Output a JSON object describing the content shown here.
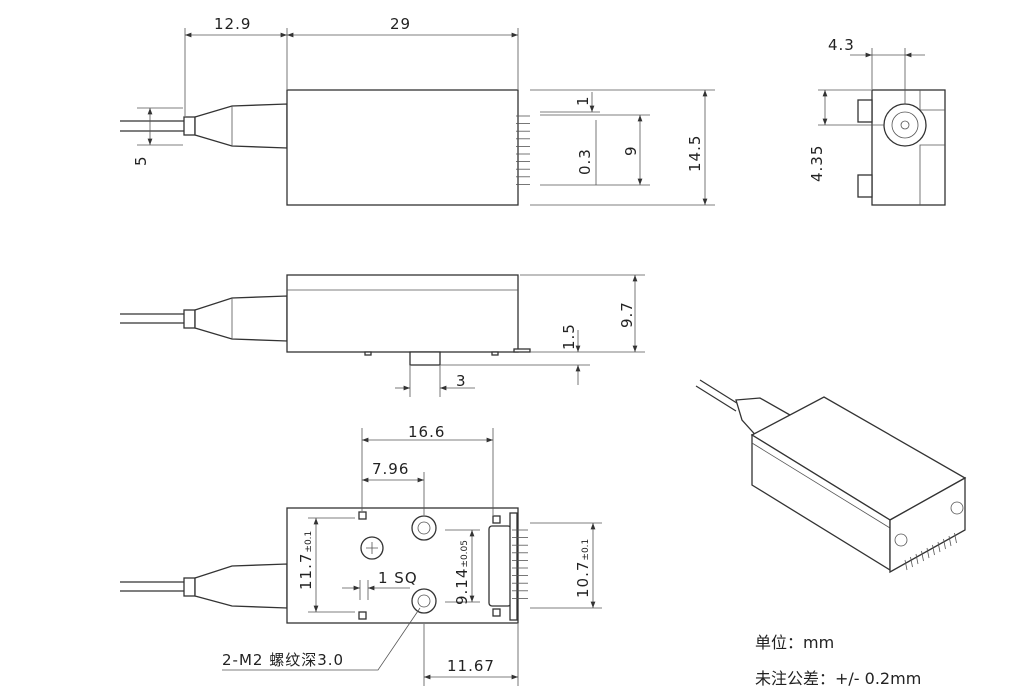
{
  "title": "Optical module outline drawing",
  "top_view": {
    "dims": {
      "fiber_len": "12.9",
      "body_len": "29",
      "fiber_dia": "5",
      "pin_w": "1",
      "pin_pitch": "0.3",
      "pin_span": "9",
      "body_w": "14.5"
    }
  },
  "end_view": {
    "dims": {
      "offset_x": "4.3",
      "offset_y": "4.35"
    }
  },
  "side_view": {
    "dims": {
      "height": "9.7",
      "pin_h": "1.5",
      "nub_w": "3"
    }
  },
  "bottom_view": {
    "dims": {
      "hole_span": "16.6",
      "hole_x": "7.96",
      "height_a": "11.7",
      "tol_a": "±0.1",
      "hole_pitch": "9.14",
      "tol_b": "±0.05",
      "conn_h": "10.7",
      "tol_c": "±0.1",
      "square": "1 SQ",
      "end_dist": "11.67"
    },
    "callout": "2-M2 螺纹深3.0"
  },
  "notes": {
    "unit": "单位：mm",
    "tolerance": "未注公差：+/- 0.2mm"
  }
}
